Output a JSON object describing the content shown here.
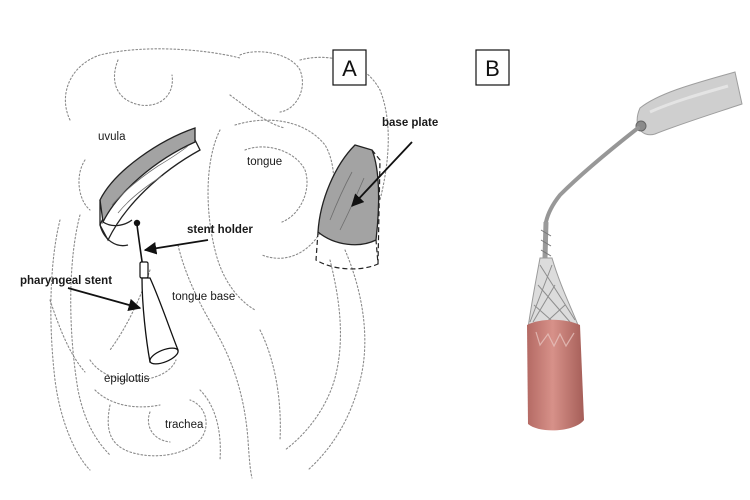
{
  "panel_a": {
    "letter": "A",
    "labels": {
      "uvula": "uvula",
      "tongue": "tongue",
      "base_plate": "base plate",
      "stent_holder": "stent holder",
      "pharyngeal_stent": "pharyngeal stent",
      "tongue_base": "tongue base",
      "epiglottis": "epiglottis",
      "trachea": "trachea"
    }
  },
  "panel_b": {
    "letter": "B"
  },
  "colors": {
    "base_plate_fill": "#a3a3a3",
    "stent_photo": "#c8807a",
    "outline_dotted": "#8a8a8a"
  }
}
